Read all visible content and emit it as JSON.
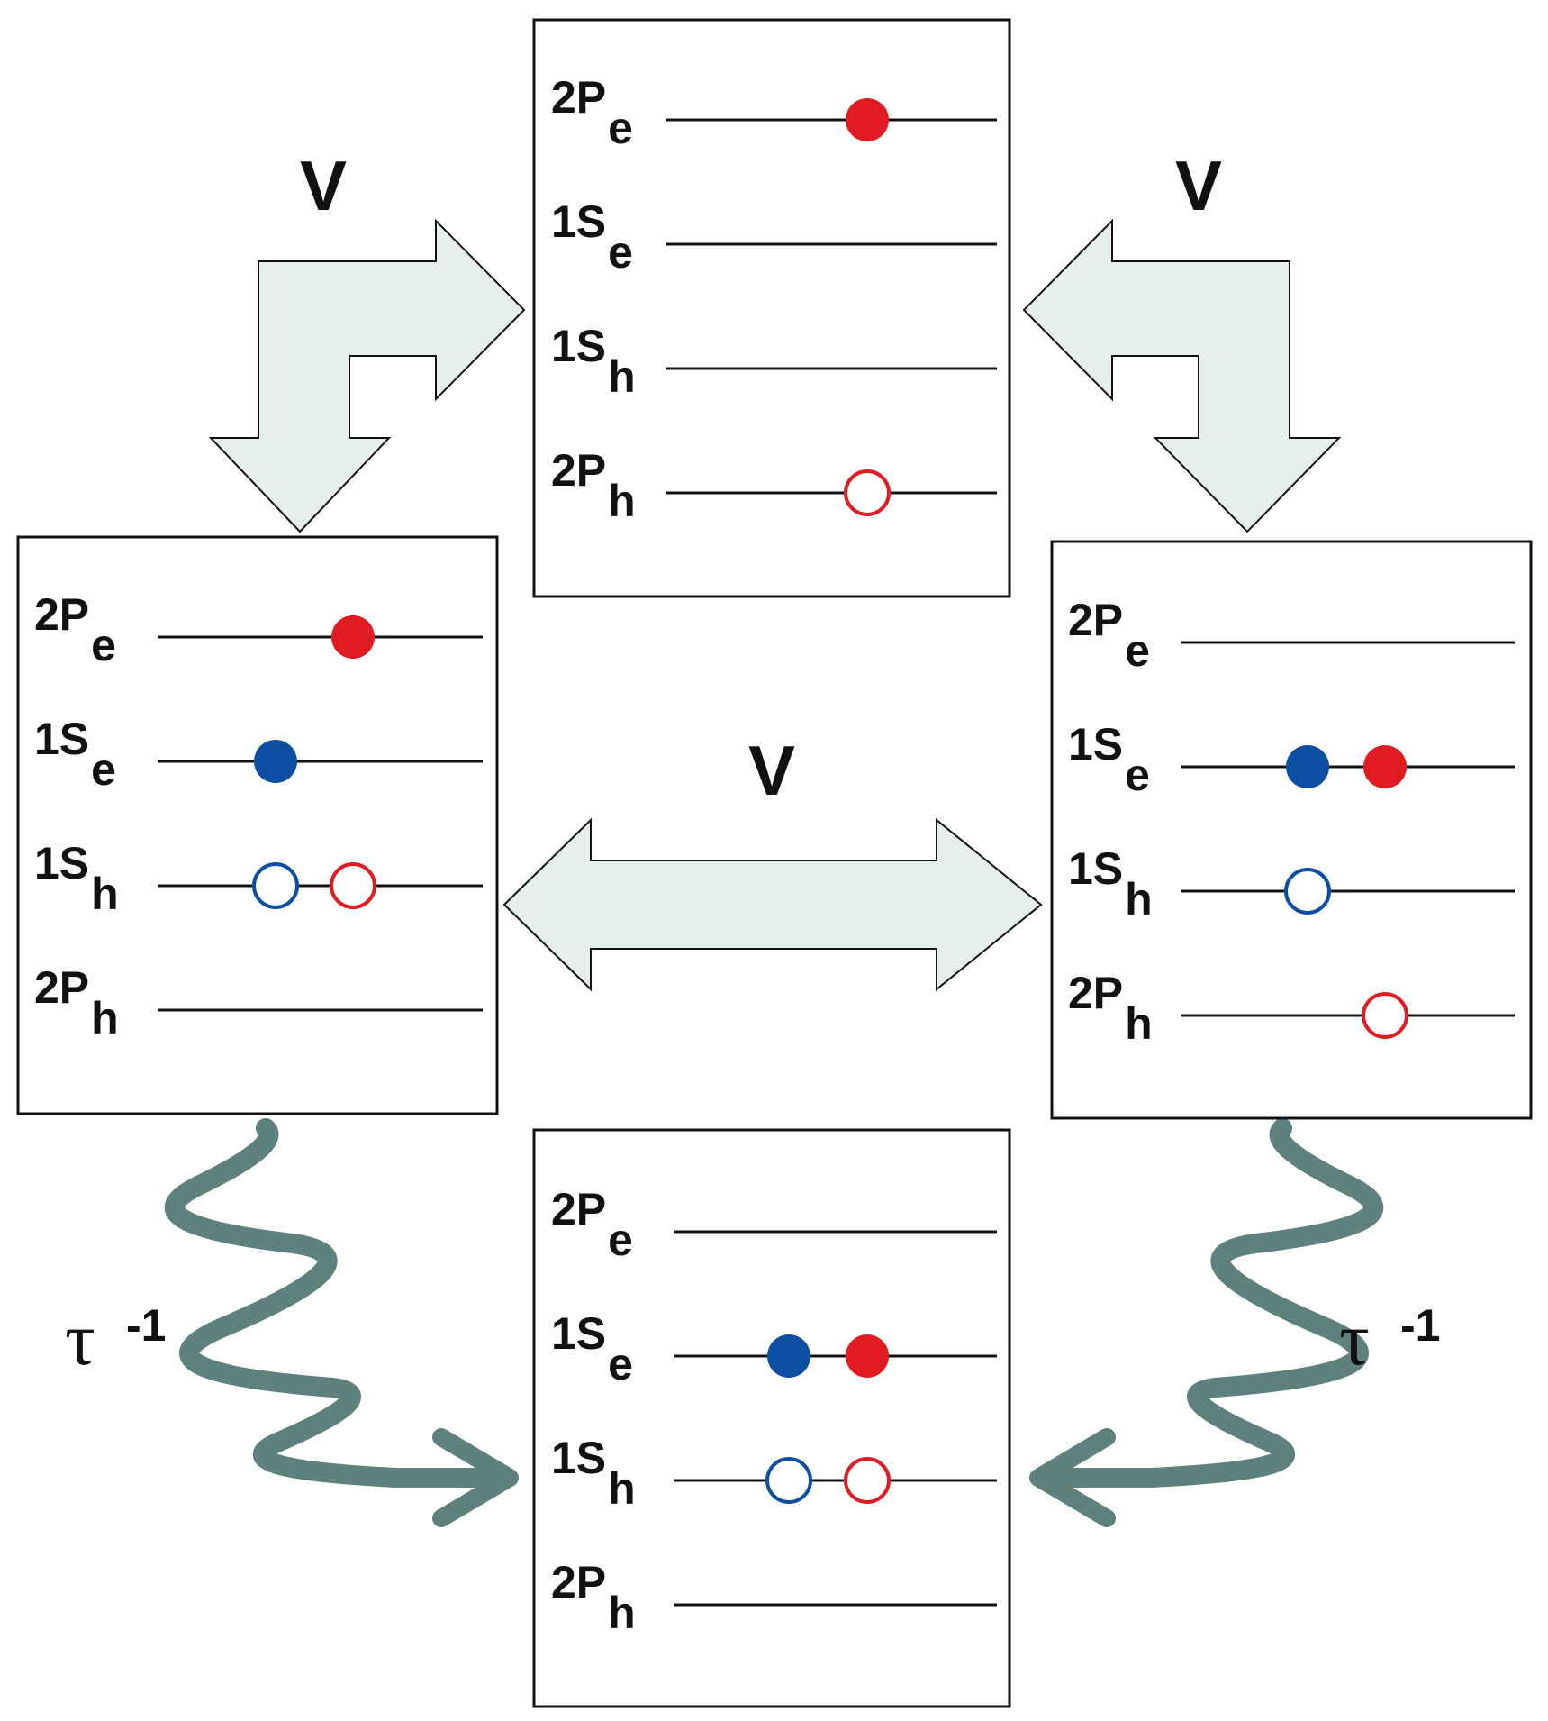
{
  "colors": {
    "electron_red": "#e11b22",
    "electron_blue": "#0b4ea2",
    "arrow_fill": "#e6eeee",
    "wavy_arrow": "#5e817e",
    "line": "#111111"
  },
  "panels": [
    {
      "id": "top",
      "levels": [
        {
          "main": "2P",
          "sub": "e",
          "particles": [
            {
              "slot": 2,
              "color": "red",
              "filled": true
            }
          ]
        },
        {
          "main": "1S",
          "sub": "e",
          "particles": []
        },
        {
          "main": "1S",
          "sub": "h",
          "particles": []
        },
        {
          "main": "2P",
          "sub": "h",
          "particles": [
            {
              "slot": 2,
              "color": "red",
              "filled": false
            }
          ]
        }
      ]
    },
    {
      "id": "left",
      "levels": [
        {
          "main": "2P",
          "sub": "e",
          "particles": [
            {
              "slot": 2,
              "color": "red",
              "filled": true
            }
          ]
        },
        {
          "main": "1S",
          "sub": "e",
          "particles": [
            {
              "slot": 1,
              "color": "blue",
              "filled": true
            }
          ]
        },
        {
          "main": "1S",
          "sub": "h",
          "particles": [
            {
              "slot": 1,
              "color": "blue",
              "filled": false
            },
            {
              "slot": 2,
              "color": "red",
              "filled": false
            }
          ]
        },
        {
          "main": "2P",
          "sub": "h",
          "particles": []
        }
      ]
    },
    {
      "id": "right",
      "levels": [
        {
          "main": "2P",
          "sub": "e",
          "particles": []
        },
        {
          "main": "1S",
          "sub": "e",
          "particles": [
            {
              "slot": 1,
              "color": "blue",
              "filled": true
            },
            {
              "slot": 2,
              "color": "red",
              "filled": true
            }
          ]
        },
        {
          "main": "1S",
          "sub": "h",
          "particles": [
            {
              "slot": 1,
              "color": "blue",
              "filled": false
            }
          ]
        },
        {
          "main": "2P",
          "sub": "h",
          "particles": [
            {
              "slot": 2,
              "color": "red",
              "filled": false
            }
          ]
        }
      ]
    },
    {
      "id": "bottom",
      "levels": [
        {
          "main": "2P",
          "sub": "e",
          "particles": []
        },
        {
          "main": "1S",
          "sub": "e",
          "particles": [
            {
              "slot": 1,
              "color": "blue",
              "filled": true
            },
            {
              "slot": 2,
              "color": "red",
              "filled": true
            }
          ]
        },
        {
          "main": "1S",
          "sub": "h",
          "particles": [
            {
              "slot": 1,
              "color": "blue",
              "filled": false
            },
            {
              "slot": 2,
              "color": "red",
              "filled": false
            }
          ]
        },
        {
          "main": "2P",
          "sub": "h",
          "particles": []
        }
      ]
    }
  ],
  "arrows": {
    "v_label": "V",
    "tau_symbol": "τ",
    "tau_exponent": "-1"
  }
}
